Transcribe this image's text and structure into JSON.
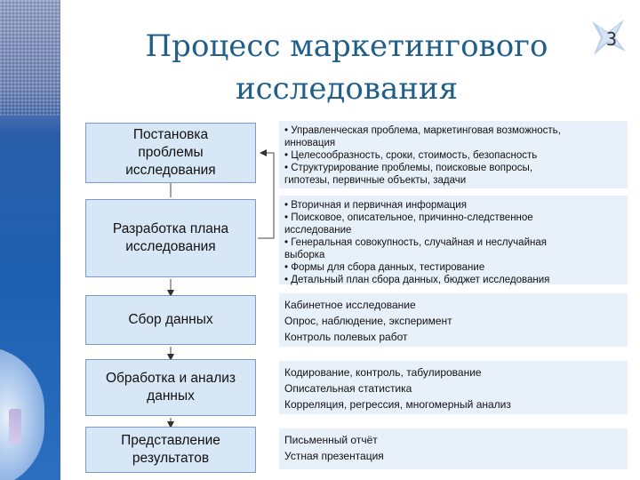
{
  "slide": {
    "title_line1": "Процесс маркетингового",
    "title_line2": "исследования",
    "page_number": "3"
  },
  "steps": [
    {
      "label": "Постановка\nпроблемы\nисследования"
    },
    {
      "label": "Разработка плана\nисследования"
    },
    {
      "label": "Сбор данных"
    },
    {
      "label": "Обработка и анализ\nданных"
    },
    {
      "label": "Представление\nрезультатов"
    }
  ],
  "details": [
    {
      "lines": [
        "• Управленческая проблема, маркетинговая возможность,",
        "инновация",
        "• Целесообразность, сроки, стоимость, безопасность",
        "• Структурирование проблемы, поисковые вопросы,",
        "гипотезы, первичные объекты, задачи"
      ]
    },
    {
      "lines": [
        "• Вторичная и первичная информация",
        "• Поисковое, описательное, причинно-следственное",
        "исследование",
        "• Генеральная совокупность, случайная и неслучайная",
        "выборка",
        "• Формы для сбора данных, тестирование",
        "• Детальный план сбора данных, бюджет исследования"
      ]
    },
    {
      "lines": [
        "Кабинетное исследование",
        "Опрос, наблюдение, эксперимент",
        "Контроль полевых работ"
      ]
    },
    {
      "lines": [
        "Кодирование, контроль, табулирование",
        "Описательная статистика",
        "Корреляция, регрессия, многомерный анализ"
      ]
    },
    {
      "lines": [
        "Письменный отчёт",
        "Устная презентация"
      ]
    }
  ]
}
